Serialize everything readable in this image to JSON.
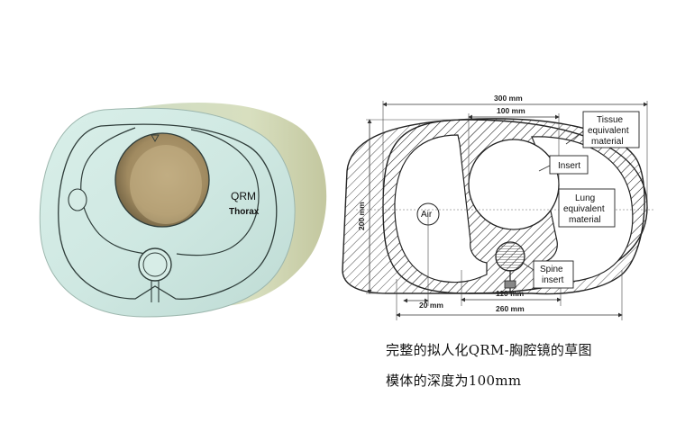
{
  "phantom": {
    "logo": "QRM",
    "model_name": "Thorax"
  },
  "drawing": {
    "labels": {
      "tissue": [
        "Tissue",
        "equivalent",
        "material"
      ],
      "insert": "Insert",
      "lung": [
        "Lung",
        "equivalent",
        "material"
      ],
      "air": "Air",
      "spine": [
        "Spine",
        "insert"
      ]
    },
    "dimensions": {
      "width_outer": "300 mm",
      "width_insert": "100 mm",
      "height": "200 mm",
      "spine_offset": "20 mm",
      "spine_span": "110 mm",
      "width_inner": "260 mm"
    }
  },
  "caption": {
    "line1": "完整的拟人化QRM-胸腔镜的草图",
    "line2": "模体的深度为100mm"
  }
}
